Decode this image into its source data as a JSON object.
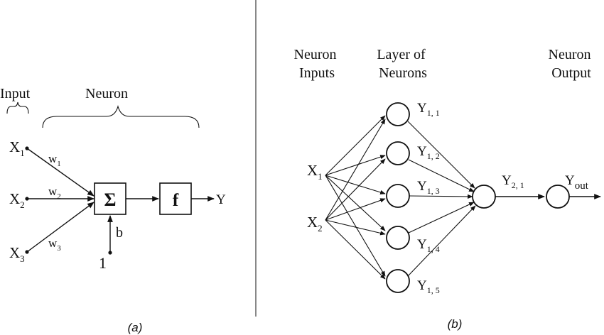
{
  "panel_a": {
    "caption": "(a)",
    "input_label": "Input",
    "neuron_label": "Neuron",
    "inputs": [
      {
        "name": "X",
        "sub": "1",
        "weight": "w",
        "wsub": "1"
      },
      {
        "name": "X",
        "sub": "2",
        "weight": "w",
        "wsub": "2"
      },
      {
        "name": "X",
        "sub": "3",
        "weight": "w",
        "wsub": "3"
      }
    ],
    "sum_symbol": "Σ",
    "activation_symbol": "f",
    "output_label": "Y",
    "bias_label": "b",
    "bias_input": "1"
  },
  "panel_b": {
    "caption": "(b)",
    "col_headers": {
      "inputs": [
        "Neuron",
        "Inputs"
      ],
      "layer": [
        "Layer of",
        "Neurons"
      ],
      "output": [
        "Neuron",
        "Output"
      ]
    },
    "inputs": [
      {
        "name": "X",
        "sub": "1"
      },
      {
        "name": "X",
        "sub": "2"
      }
    ],
    "hidden": [
      {
        "name": "Y",
        "sub": "1, 1"
      },
      {
        "name": "Y",
        "sub": "1, 2"
      },
      {
        "name": "Y",
        "sub": "1, 3"
      },
      {
        "name": "Y",
        "sub": "1, 4"
      },
      {
        "name": "Y",
        "sub": "1, 5"
      }
    ],
    "output_node": {
      "name": "Y",
      "sub": "2, 1"
    },
    "final_output": {
      "name": "Y",
      "sub": "out"
    }
  }
}
